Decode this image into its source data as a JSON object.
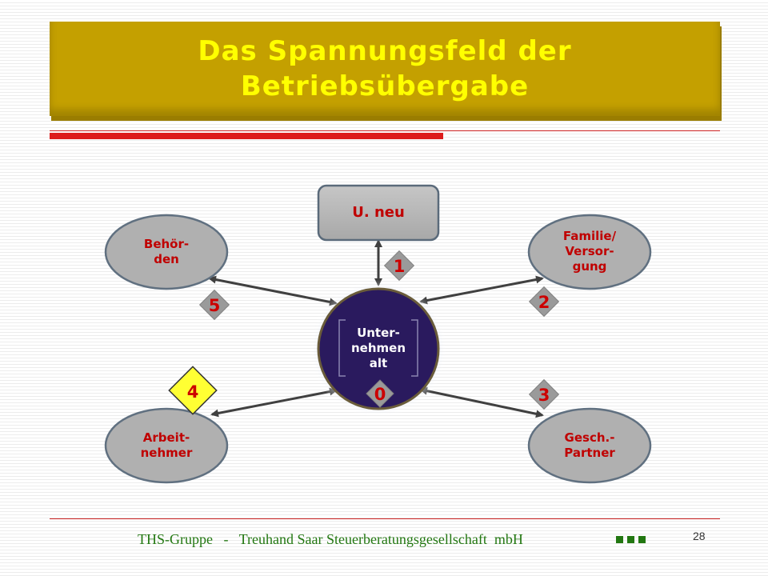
{
  "slide": {
    "title": "Das Spannungsfeld der\nBetriebsübergabe",
    "page_number": "28",
    "footer": "THS-Gruppe   -   Treuhand Saar Steuerberatungsgesellschaft  mbH"
  },
  "diagram": {
    "center": {
      "label": "Unter-\nnehmen\nalt",
      "badge": "0"
    },
    "nodes": {
      "u_neu": {
        "label": "U. neu",
        "badge": "1"
      },
      "familie": {
        "label": "Familie/\nVersor-\ngung",
        "badge": "2"
      },
      "gesch_partner": {
        "label": "Gesch.-\nPartner",
        "badge": "3"
      },
      "arbeitnehmer": {
        "label": "Arbeit-\nnehmer",
        "badge": "4"
      },
      "behoerden": {
        "label": "Behör-\nden",
        "badge": "5"
      }
    }
  },
  "colors": {
    "title_bg": "#c4a000",
    "title_text": "#ffff00",
    "accent_red": "#dd1c1c",
    "node_fill": "#b0b0b0",
    "center_fill": "#2a1a5e",
    "badge_gray": "#9a9a9a",
    "badge_highlight": "#ffff33",
    "footer_green": "#227711"
  }
}
